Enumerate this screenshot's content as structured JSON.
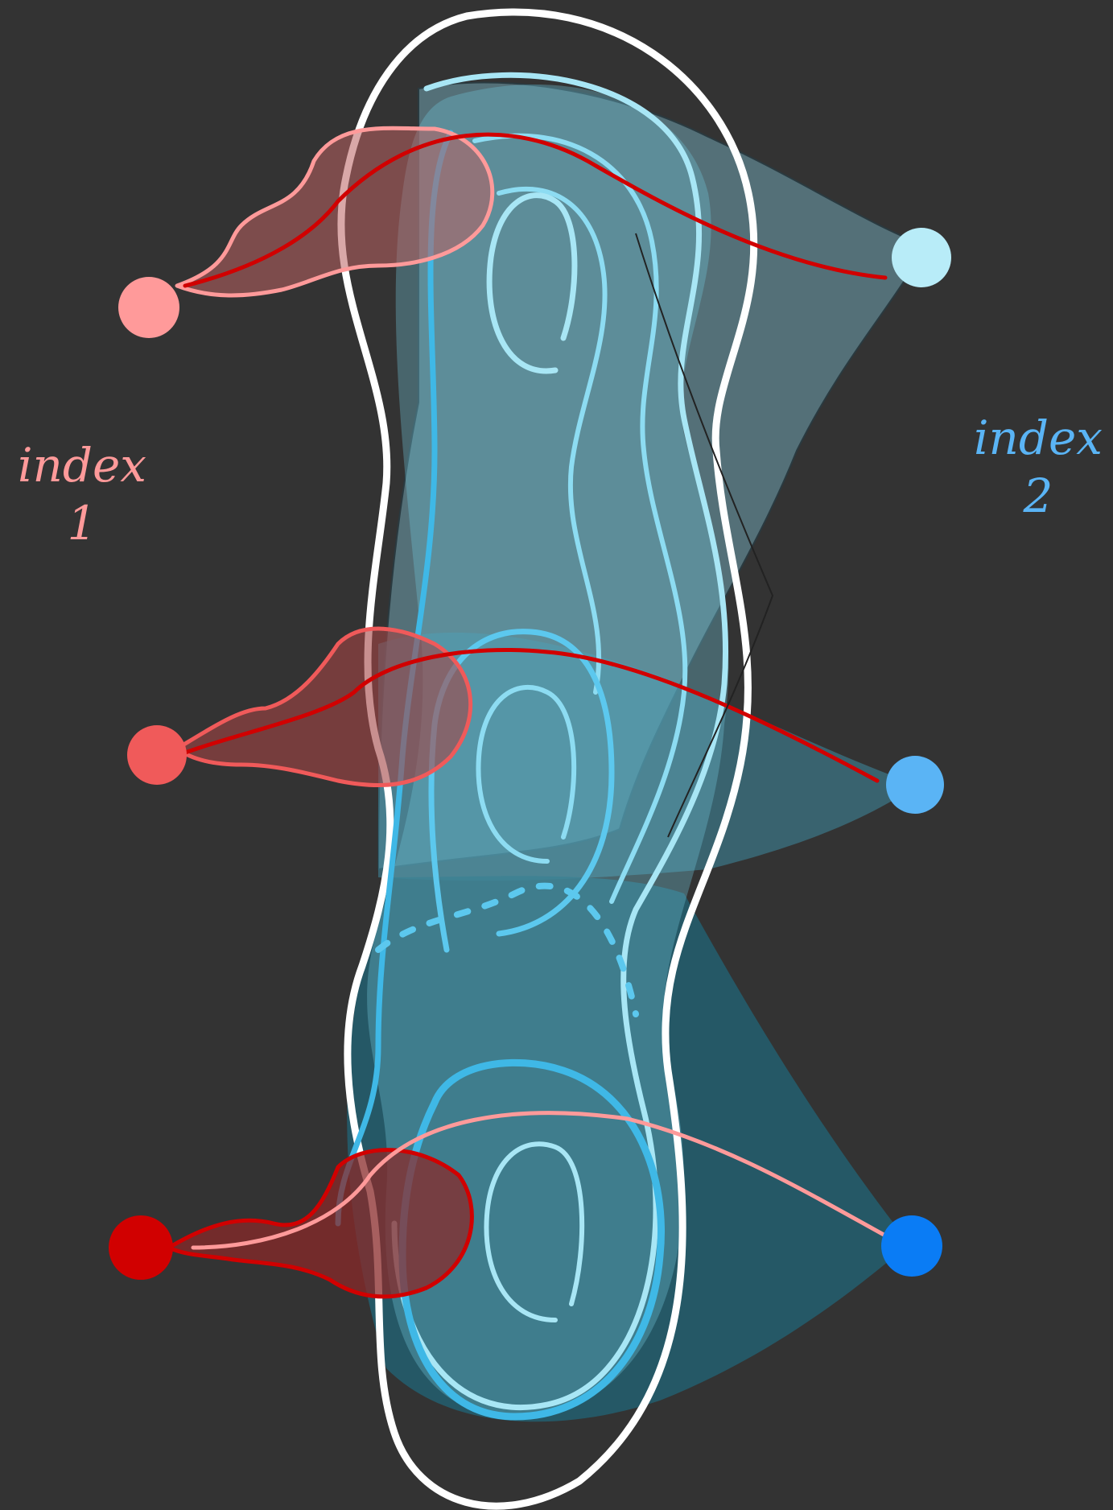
{
  "labels": {
    "left_word": "index",
    "left_number": "1",
    "right_word": "index",
    "right_number": "2"
  },
  "colors": {
    "background": "#333333",
    "outer_outline": "#ffffff",
    "surface_light": "#7fd3f0",
    "surface_mid": "#3fb8e6",
    "surface_dark": "#2e9fd8",
    "index1_light": "#ff9a9a",
    "index1_mid": "#f05a5a",
    "index1_dark": "#d10000",
    "index2_light": "#b8ecf8",
    "index2_mid": "#5ab4f5",
    "index2_dark": "#0a7cf5",
    "flow_line": "#d10000",
    "flow_line_pale": "#ff9a9a",
    "left_label_color": "#ff9a9a",
    "right_label_color": "#5ab4f5"
  },
  "critical_points": [
    {
      "name": "index-1-top",
      "index": 1,
      "color": "index1_light"
    },
    {
      "name": "index-1-middle",
      "index": 1,
      "color": "index1_mid"
    },
    {
      "name": "index-1-bottom",
      "index": 1,
      "color": "index1_dark"
    },
    {
      "name": "index-2-top",
      "index": 2,
      "color": "index2_light"
    },
    {
      "name": "index-2-middle",
      "index": 2,
      "color": "index2_mid"
    },
    {
      "name": "index-2-bottom",
      "index": 2,
      "color": "index2_dark"
    }
  ]
}
